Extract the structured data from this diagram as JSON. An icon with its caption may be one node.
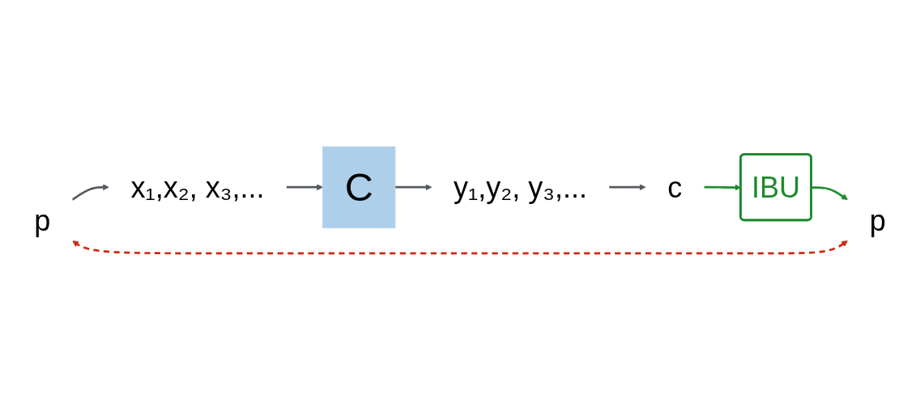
{
  "diagram": {
    "nodes": [
      {
        "text": [
          "p"
        ]
      },
      {
        "text": [
          "x₁,x₂, x₃,..."
        ]
      },
      {
        "text": [
          "C"
        ]
      },
      {
        "text": [
          "y₁,y₂, y₃,..."
        ]
      },
      {
        "text": [
          "c"
        ]
      },
      {
        "text": [
          "IBU"
        ]
      },
      {
        "text": [
          "p"
        ]
      }
    ],
    "edges": [
      {
        "from": 0,
        "to": 1,
        "arrow": "to"
      },
      {
        "from": 1,
        "to": 2,
        "arrow": "to"
      },
      {
        "from": 2,
        "to": 3,
        "arrow": "to"
      },
      {
        "from": 3,
        "to": 4,
        "arrow": "to"
      },
      {
        "from": 4,
        "to": 5,
        "arrow": "to",
        "color": "#1e8a2e"
      },
      {
        "from": 5,
        "to": 6,
        "arrow": "to",
        "color": "#1e8a2e"
      },
      {
        "from": 0,
        "to": 6,
        "arrow": "both",
        "style": "dashed",
        "color": "#cc2a10"
      }
    ]
  }
}
